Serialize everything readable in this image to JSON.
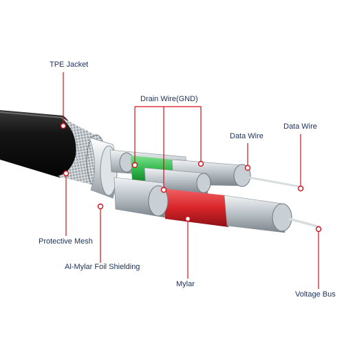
{
  "labels": {
    "tpe_jacket": "TPE Jacket",
    "drain_wire": "Drain Wire(GND)",
    "data_wire_1": "Data Wire",
    "data_wire_2": "Data Wire",
    "protective_mesh": "Protective Mesh",
    "al_mylar": "Al-Mylar Foil Shielding",
    "mylar": "Mylar",
    "voltage_bus": "Voltage Bus"
  },
  "colors": {
    "leader_line": "#d0101a",
    "label_text": "#1a2f5a",
    "jacket": "#141414",
    "braid": "#a9b0b6",
    "foil": "#c9cfd4",
    "strands": "#bfc6cc",
    "drain_insulation": "#2fb84a",
    "voltage_insulation": "#d8262a"
  }
}
